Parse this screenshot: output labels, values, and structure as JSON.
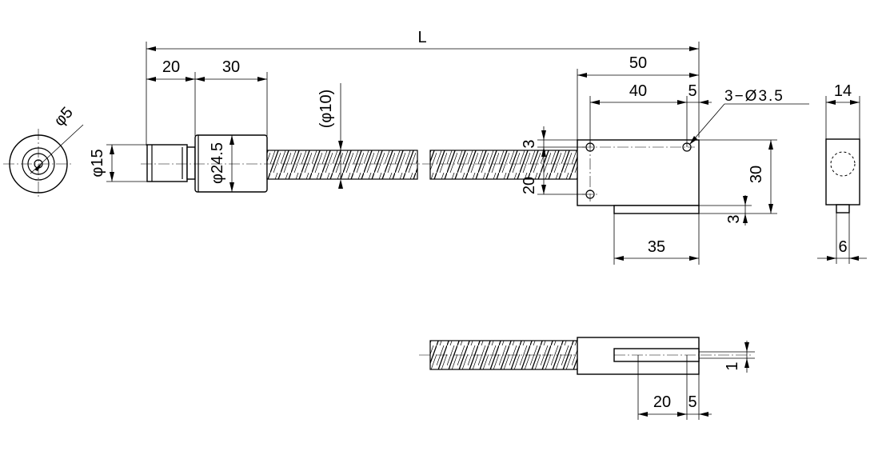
{
  "dimensions": {
    "overall_length": "L",
    "probe_tip_length": "20",
    "head_length": "30",
    "tip_diameter": "φ15",
    "head_diameter": "φ24.5",
    "tube_diameter": "(φ10)",
    "end_face_hole": "φ5",
    "block_length": "50",
    "hole_pitch": "40",
    "hole_edge_offset": "5",
    "mount_holes": "3−Ø3.5",
    "block_height": "30",
    "hole_top_offset": "3",
    "hole_spacing_vertical": "20",
    "base_bottom_offset": "3",
    "base_length": "35",
    "side_width": "14",
    "side_stub_width": "6",
    "slot_length": "20",
    "slot_offset": "5",
    "slot_depth": "1"
  }
}
